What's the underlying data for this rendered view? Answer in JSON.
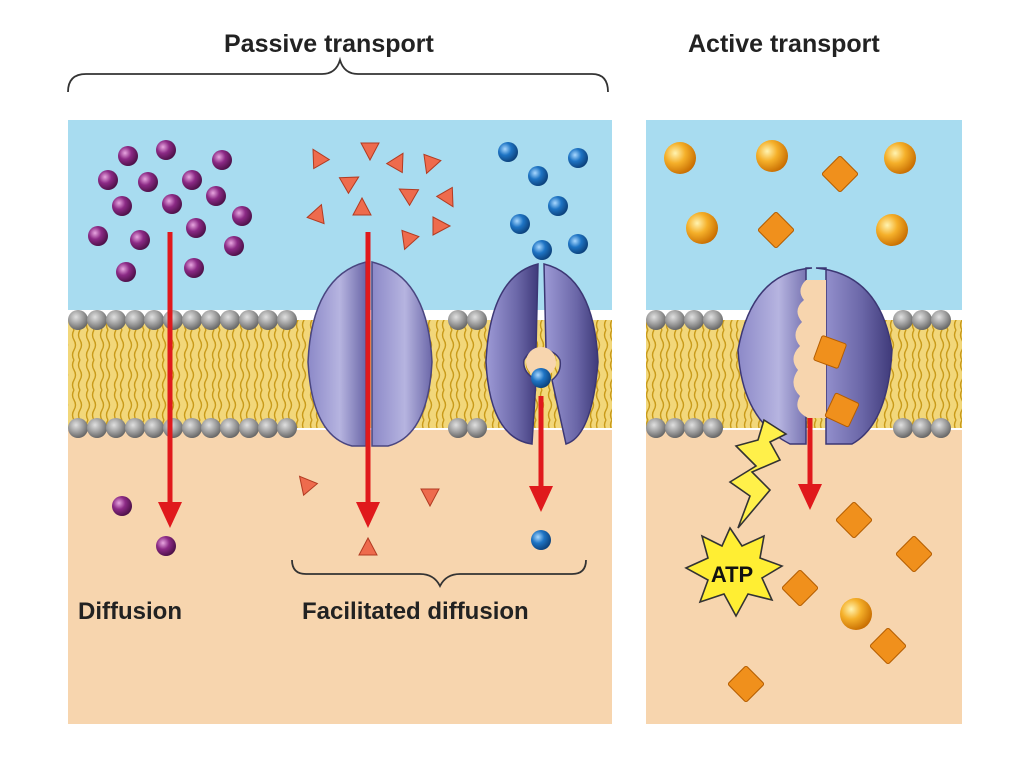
{
  "titles": {
    "passive": "Passive transport",
    "active": "Active transport"
  },
  "labels": {
    "diffusion": "Diffusion",
    "facilitated": "Facilitated diffusion",
    "atp": "ATP"
  },
  "colors": {
    "extracellular": "#a8dcf0",
    "intracellular": "#f7d5ae",
    "lipid_head": "#9a9a9a",
    "lipid_tail": "#e8c858",
    "protein": "#a7a6d6",
    "protein_dark": "#6b67a8",
    "arrow": "#e0191c",
    "solute_purple": "#8c2a86",
    "solute_triangle": "#ee6b4d",
    "solute_blue": "#1e74c4",
    "solute_orange_sphere": "#f5a623",
    "solute_orange_cube": "#f0901c",
    "atp_burst": "#ffee33"
  }
}
